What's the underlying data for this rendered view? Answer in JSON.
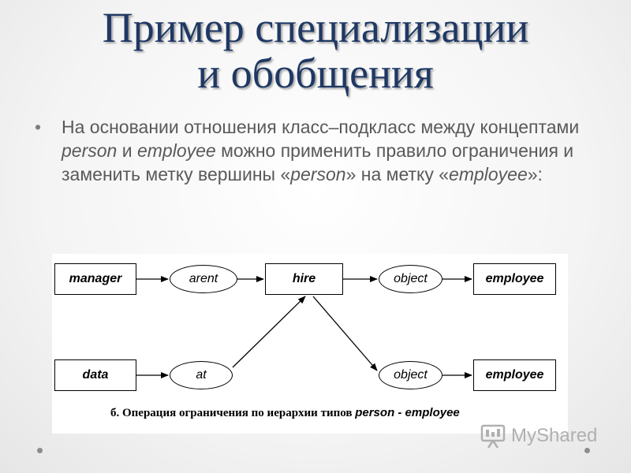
{
  "title": {
    "line1": "Пример специализации",
    "line2": "и обобщения"
  },
  "bullet": {
    "t1": "На основании отношения класс–подкласс между концептами ",
    "i1": "person",
    "t2": " и ",
    "i2": "employee",
    "t3": " можно применить правило ограничения и заменить метку вершины «",
    "i3": "person",
    "t4": "» на метку «",
    "i4": "employee",
    "t5": "»:"
  },
  "diagram": {
    "nodes": {
      "manager": "manager",
      "arent": "arent",
      "hire": "hire",
      "object_top": "object",
      "employee_top": "employee",
      "data": "data",
      "at": "at",
      "object_bottom": "object",
      "employee_bottom": "employee"
    },
    "caption": {
      "prefix": "б. Операция ограничения по иерархии типов ",
      "emph": "person - employee"
    }
  },
  "logo": {
    "text": "MyShared",
    "icon": "presentation-board-icon"
  }
}
